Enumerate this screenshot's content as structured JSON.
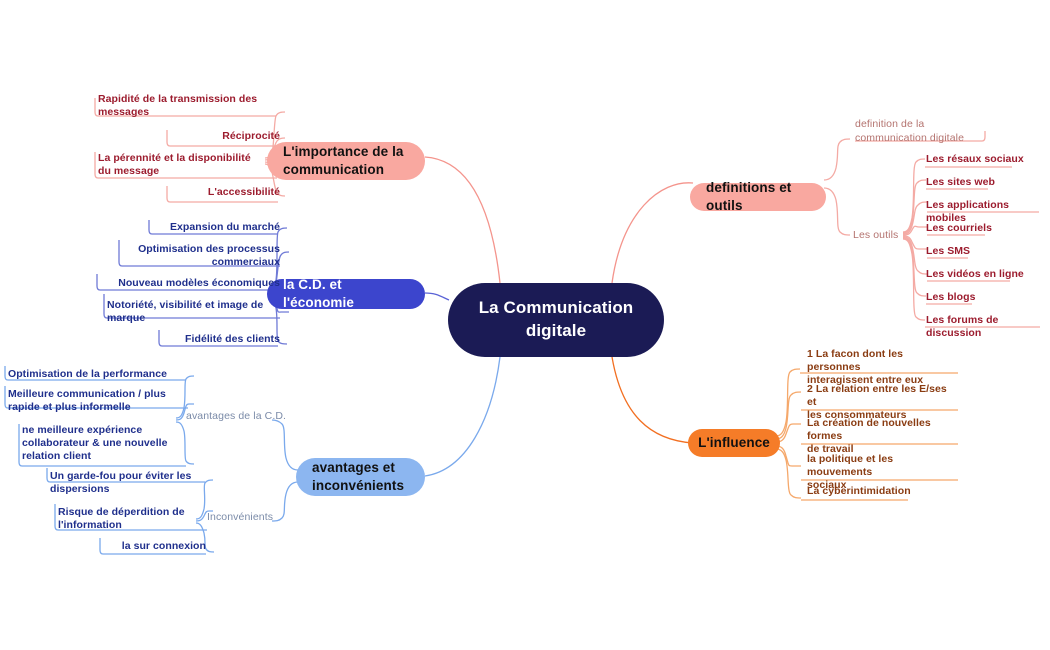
{
  "title": "La Communication digitale",
  "colors": {
    "center_bg": "#1b1b55",
    "pink": "#f9a8a0",
    "blue": "#3c45cd",
    "light_blue": "#8cb6f0",
    "orange": "#f57c28",
    "red_text": "#9c1c2e",
    "indigo_text": "#1f2f8c",
    "brown_text": "#8a3c12",
    "rose_line": "#f4aaa4",
    "indigo_line": "#6f7ad6",
    "ltblue_line": "#7aa9ec",
    "orange_line": "#f5a86b"
  },
  "center": {
    "label": "La\nCommunication\ndigitale"
  },
  "branches": {
    "importance": {
      "label": "L'importance de la\ncommunication",
      "leaves": [
        {
          "text": "Rapidité de la transmission des\nmessages"
        },
        {
          "text": "Réciprocité"
        },
        {
          "text": "La pérennité et la disponibilité\ndu message"
        },
        {
          "text": "L'accessibilité"
        }
      ]
    },
    "economie": {
      "label": "la C.D. et l'économie",
      "leaves": [
        {
          "text": "Expansion du marché"
        },
        {
          "text": "Optimisation des processus\ncommerciaux"
        },
        {
          "text": "Nouveau modèles économiques"
        },
        {
          "text": "Notoriété, visibilité et image de\nmarque"
        },
        {
          "text": "Fidélité des clients"
        }
      ]
    },
    "avantages": {
      "label": "avantages et\ninconvénients",
      "groups": [
        {
          "label": "avantages de la C.D.",
          "leaves": [
            {
              "text": "Optimisation de la performance"
            },
            {
              "text": "Meilleure communication / plus\nrapide et plus informelle"
            },
            {
              "text": "ne meilleure expérience\ncollaborateur & une nouvelle\nrelation client"
            }
          ]
        },
        {
          "label": "Inconvénients",
          "leaves": [
            {
              "text": "Un garde-fou pour éviter les\ndispersions"
            },
            {
              "text": "Risque de déperdition de\nl'information"
            },
            {
              "text": "la sur connexion"
            }
          ]
        }
      ]
    },
    "definitions": {
      "label": "definitions et outils",
      "groups": [
        {
          "label": "definition de la\ncommunication digitale",
          "leaves": []
        },
        {
          "label": "Les outils",
          "leaves": [
            {
              "text": "Les résaux sociaux"
            },
            {
              "text": "Les sites web"
            },
            {
              "text": "Les applications mobiles"
            },
            {
              "text": "Les courriels"
            },
            {
              "text": "Les SMS"
            },
            {
              "text": "Les vidéos en ligne"
            },
            {
              "text": "Les blogs"
            },
            {
              "text": "Les forums de discussion"
            }
          ]
        }
      ]
    },
    "influence": {
      "label": "L'influence",
      "leaves": [
        {
          "text": "1 La facon dont les personnes\ninteragissent entre eux"
        },
        {
          "text": "2 La relation entre les E/ses et\nles consommateurs"
        },
        {
          "text": "La création de nouvelles formes\nde travail"
        },
        {
          "text": "la politique et les mouvements\nsociaux"
        },
        {
          "text": "La cyberintimidation"
        }
      ]
    }
  }
}
